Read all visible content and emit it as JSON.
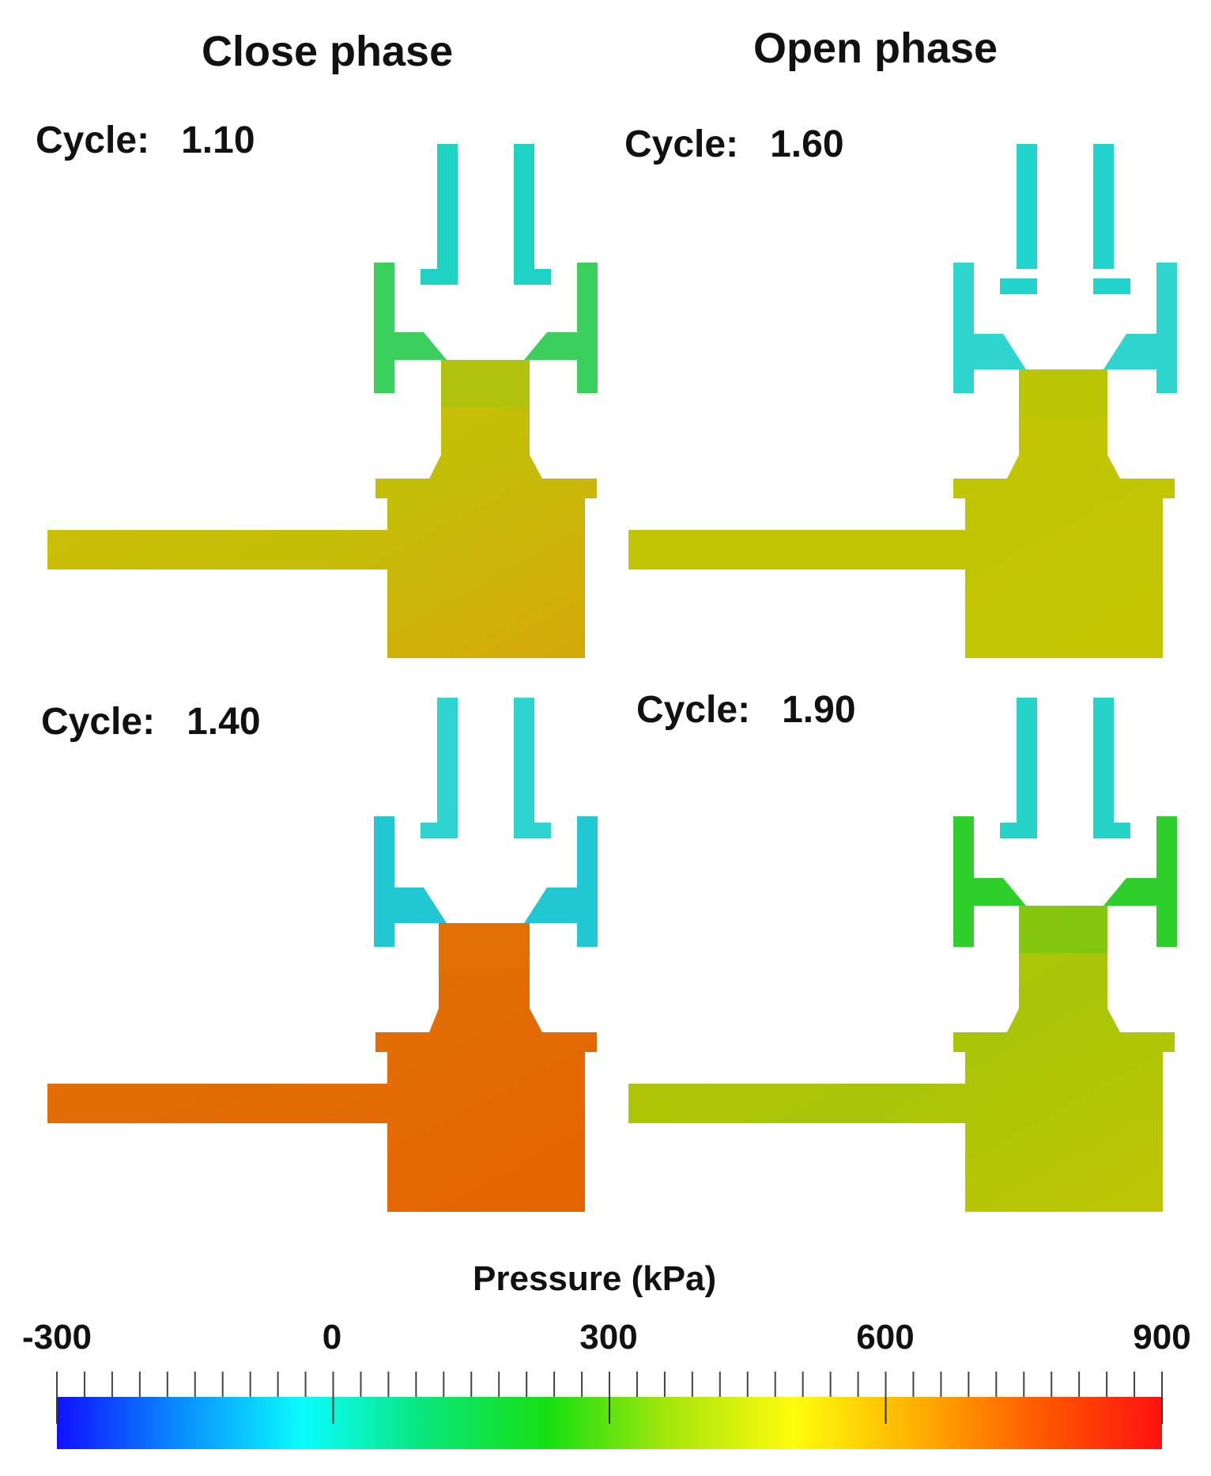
{
  "headers": {
    "close": "Close phase",
    "open": "Open phase"
  },
  "panels": [
    {
      "cycle_label": "Cycle:",
      "cycle_value": "1.10",
      "pipe_color": "#d2bd02",
      "chamber_color": "#c4be09",
      "hot_spot": "#d6a808",
      "throat_color": "#9ec510",
      "seat_color": "#3ccf5e",
      "stem_color": "#1fd3c4"
    },
    {
      "cycle_label": "Cycle:",
      "cycle_value": "1.60",
      "pipe_color": "#c2c502",
      "chamber_color": "#c2c502",
      "hot_spot": "#c4c602",
      "throat_color": "#b4c606",
      "seat_color": "#2ed6cf",
      "stem_color": "#22d4cc"
    },
    {
      "cycle_label": "Cycle:",
      "cycle_value": "1.40",
      "pipe_color": "#e06f06",
      "chamber_color": "#e36c04",
      "hot_spot": "#e56402",
      "throat_color": "#e47203",
      "seat_color": "#21c7d2",
      "stem_color": "#2ed4d0"
    },
    {
      "cycle_label": "Cycle:",
      "cycle_value": "1.90",
      "pipe_color": "#b7c405",
      "chamber_color": "#a9c507",
      "hot_spot": "#bfc604",
      "throat_color": "#66c914",
      "seat_color": "#2fcf2b",
      "stem_color": "#26d3c8"
    }
  ],
  "legend": {
    "title": "Pressure (kPa)",
    "tick_labels": [
      "-300",
      "0",
      "300",
      "600",
      "900"
    ],
    "min": -300,
    "max": 900,
    "colors": [
      "#1010ff",
      "#0a8cff",
      "#0afcff",
      "#0ae67a",
      "#16e012",
      "#a8e60c",
      "#fffc0c",
      "#ffb000",
      "#ff5a00",
      "#ff1010"
    ]
  }
}
